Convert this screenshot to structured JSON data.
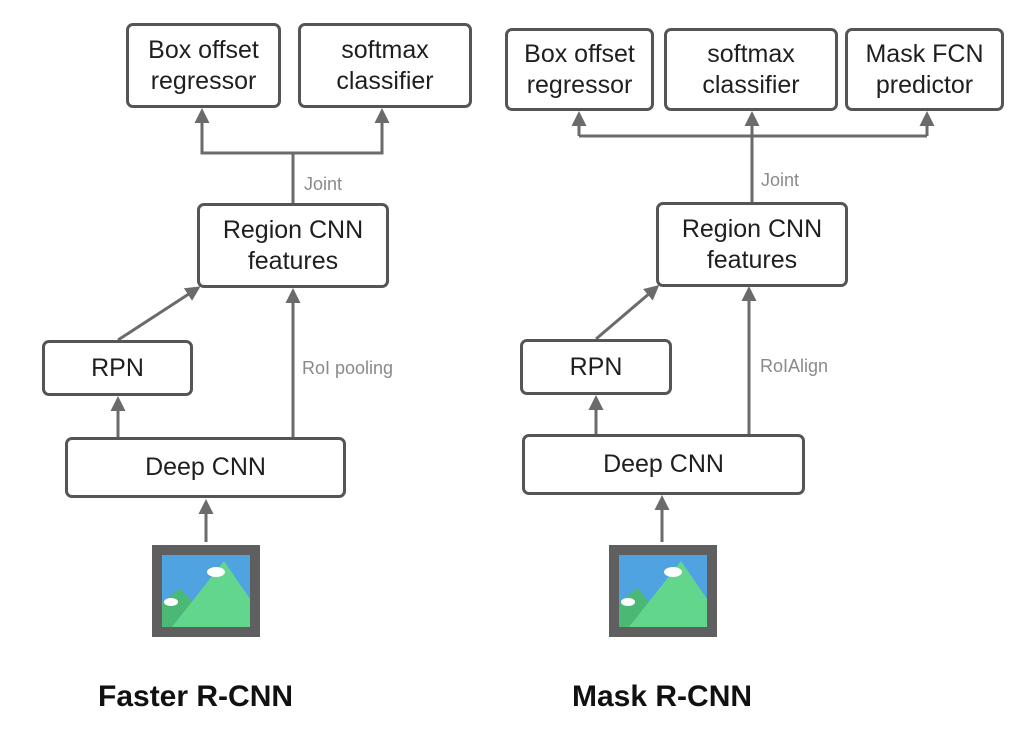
{
  "colors": {
    "box_border": "#555555",
    "arrow": "#6b6b6b",
    "edge_label": "#8a8a8a",
    "image_frame": "#5f5f5f",
    "image_sky": "#4fa3e0",
    "image_mountain": "#63d68e",
    "image_mountain_back": "#4cb875",
    "image_cloud": "#ffffff"
  },
  "faster": {
    "title": "Faster R-CNN",
    "box_offset": "Box offset\nregressor",
    "softmax": "softmax\nclassifier",
    "region": "Region CNN\nfeatures",
    "rpn": "RPN",
    "deep": "Deep CNN",
    "joint": "Joint",
    "pool": "RoI pooling",
    "image_icon": "landscape-image-icon"
  },
  "mask": {
    "title": "Mask R-CNN",
    "box_offset": "Box offset\nregressor",
    "softmax": "softmax\nclassifier",
    "mask_fcn": "Mask FCN\npredictor",
    "region": "Region CNN\nfeatures",
    "rpn": "RPN",
    "deep": "Deep CNN",
    "joint": "Joint",
    "pool": "RoIAlign",
    "image_icon": "landscape-image-icon"
  }
}
